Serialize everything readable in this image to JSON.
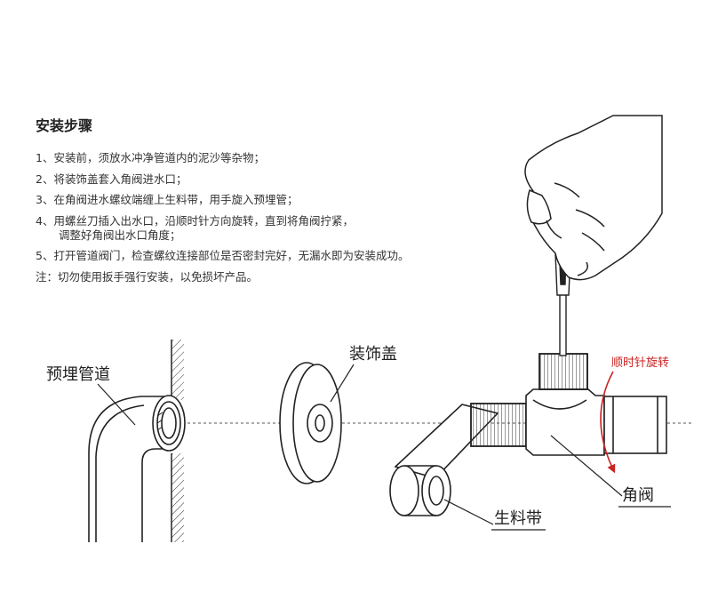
{
  "title": "安装步骤",
  "steps": [
    "1、安装前，须放水冲净管道内的泥沙等杂物；",
    "2、将装饰盖套入角阀进水口；",
    "3、在角阀进水螺纹端缠上生料带，用手旋入预埋管；",
    "4、用螺丝刀插入出水口，沿顺时针方向旋转，直到将角阀拧紧，",
    "调整好角阀出水口角度；",
    "5、打开管道阀门，检查螺纹连接部位是否密封完好，无漏水即为安装成功。"
  ],
  "note": "注：切勿使用扳手强行安装，以免损坏产品。",
  "labels": {
    "pipe": "预埋管道",
    "cover": "装饰盖",
    "tape": "生料带",
    "valve": "角阀",
    "rotate": "顺时针旋转"
  },
  "colors": {
    "line": "#222222",
    "rotate_arrow": "#cc2222",
    "text": "#333333"
  }
}
